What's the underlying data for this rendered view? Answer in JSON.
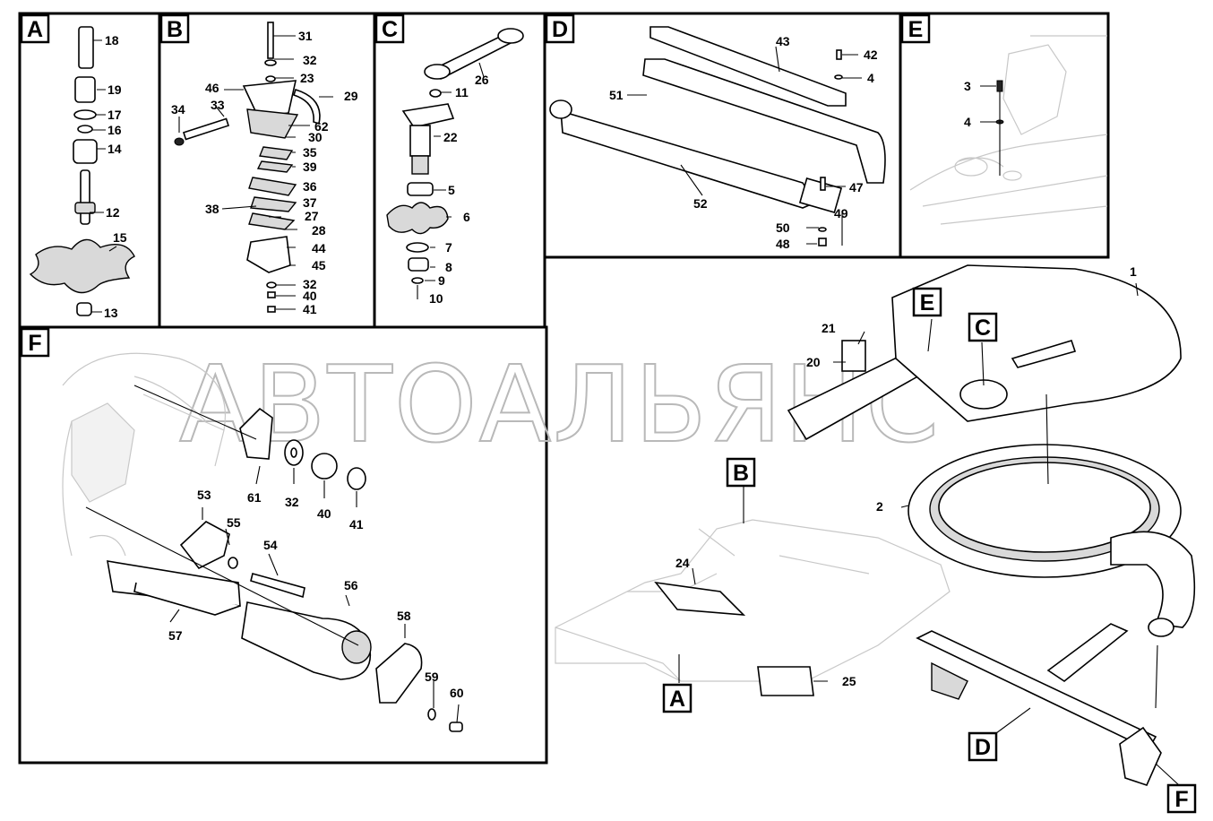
{
  "watermark": "АВТОАЛЬЯНС",
  "panels": {
    "A": {
      "label": "A",
      "numbers": [
        "18",
        "19",
        "17",
        "16",
        "14",
        "12",
        "15",
        "13"
      ]
    },
    "B": {
      "label": "B",
      "numbers": [
        "31",
        "32",
        "23",
        "46",
        "29",
        "34",
        "33",
        "62",
        "30",
        "35",
        "39",
        "36",
        "37",
        "38",
        "27",
        "28",
        "44",
        "45",
        "32",
        "40",
        "41"
      ]
    },
    "C": {
      "label": "C",
      "numbers": [
        "26",
        "11",
        "22",
        "5",
        "6",
        "7",
        "8",
        "9",
        "10"
      ]
    },
    "D": {
      "label": "D",
      "numbers": [
        "43",
        "42",
        "4",
        "51",
        "52",
        "47",
        "49",
        "50",
        "48"
      ]
    },
    "E": {
      "label": "E",
      "numbers": [
        "3",
        "4"
      ]
    },
    "F": {
      "label": "F",
      "numbers": [
        "61",
        "32",
        "40",
        "41",
        "53",
        "55",
        "54",
        "56",
        "57",
        "58",
        "59",
        "60"
      ]
    }
  },
  "overview": {
    "callouts": [
      "E",
      "C",
      "B",
      "A",
      "D",
      "F"
    ],
    "numbers": [
      "1",
      "21",
      "20",
      "2",
      "24",
      "25"
    ]
  }
}
